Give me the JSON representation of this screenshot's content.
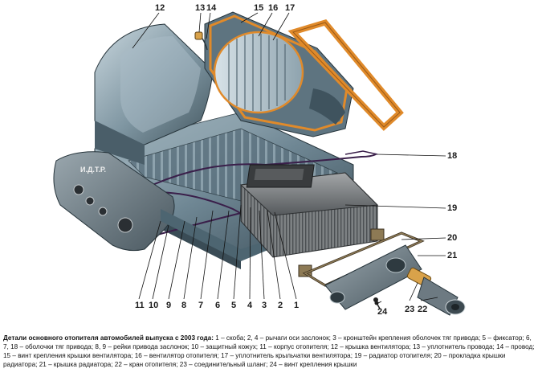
{
  "callouts": [
    "1",
    "2",
    "3",
    "4",
    "5",
    "6",
    "7",
    "8",
    "9",
    "10",
    "11",
    "12",
    "13",
    "14",
    "15",
    "16",
    "17",
    "18",
    "19",
    "20",
    "21",
    "22",
    "23",
    "24"
  ],
  "panel_logo": "И.Д.Т.Р.",
  "caption": {
    "title": "Детали основного отопителя автомобилей выпуска с 2003 года:",
    "text": "1 – скоба; 2, 4 – рычаги оси заслонок; 3 – кронштейн крепления оболочек тяг привода; 5 – фиксатор; 6, 7, 18 – оболочки тяг привода; 8, 9 – рейки привода заслонок; 10 – защитный кожух; 11 – корпус отопителя; 12 – крышка вентилятора; 13 – уплотнитель провода; 14 – провод; 15 – винт крепления крышки вентилятора; 16 – вентилятор отопителя; 17 – уплотнитель крыльчатки вентилятора; 19 – радиатор отопителя; 20 – прокладка крышки радиатора; 21 – крышка радиатора; 22 – кран отопителя; 23 – соединительный шланг; 24 – винт крепления крышки"
  },
  "colors": {
    "housing": "#6f8794",
    "housing_dark": "#3f535e",
    "housing_light": "#a9bcc6",
    "gasket": "#e08a2a",
    "radiator": "#7b7e80",
    "hose": "#d9a24a"
  }
}
